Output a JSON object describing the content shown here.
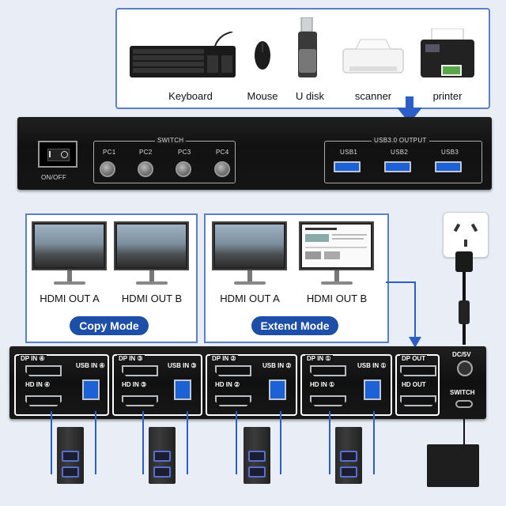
{
  "peripherals": {
    "keyboard": "Keyboard",
    "mouse": "Mouse",
    "udisk": "U disk",
    "scanner": "scanner",
    "printer": "printer"
  },
  "top_device": {
    "power_label": "ON/OFF",
    "switch_title": "SWITCH",
    "pc_buttons": [
      "PC1",
      "PC2",
      "PC3",
      "PC4"
    ],
    "usb_title": "USB3.0 OUTPUT",
    "usb_ports": [
      "USB1",
      "USB2",
      "USB3"
    ]
  },
  "copy_mode": {
    "outputs": [
      "HDMI OUT A",
      "HDMI OUT B"
    ],
    "label": "Copy Mode"
  },
  "extend_mode": {
    "outputs": [
      "HDMI OUT A",
      "HDMI OUT B"
    ],
    "label": "Extend Mode"
  },
  "bottom_device": {
    "groups": [
      {
        "dp": "DP IN ④",
        "hd": "HD IN ④",
        "usb": "USB IN ④"
      },
      {
        "dp": "DP IN ③",
        "hd": "HD IN ③",
        "usb": "USB IN ③"
      },
      {
        "dp": "DP IN ②",
        "hd": "HD IN ②",
        "usb": "USB IN ②"
      },
      {
        "dp": "DP IN ①",
        "hd": "HD IN ①",
        "usb": "USB IN ①"
      }
    ],
    "dp_out": "DP OUT",
    "hd_out": "HD OUT",
    "dc": "DC/5V",
    "switch": "SWITCH"
  },
  "colors": {
    "accent": "#2b5fc7",
    "device": "#151515",
    "usb": "#1d61d6"
  }
}
